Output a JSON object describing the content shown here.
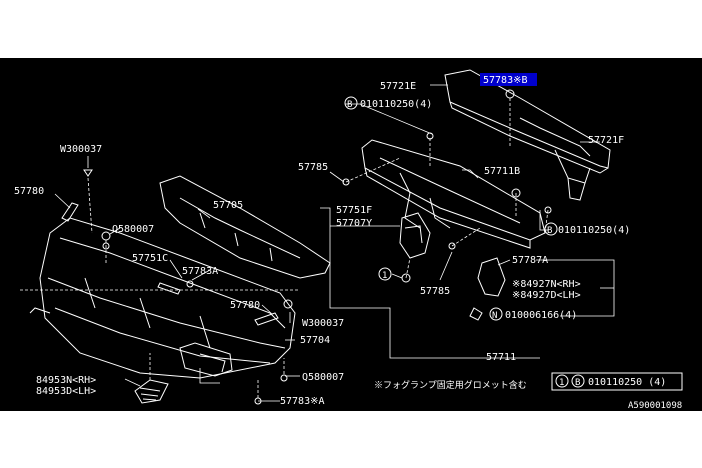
{
  "labels": {
    "p57721E": "57721E",
    "p57783B": "57783※B",
    "b010110250_top": "010110250(4)",
    "p57721F": "57721F",
    "p57785_top": "57785",
    "p57711B": "57711B",
    "W300037_top": "W300037",
    "p57780_left": "57780",
    "p57705": "57705",
    "Q580007_top": "Q580007",
    "p57751F": "57751F",
    "p57707Y": "57707Y",
    "b010110250_right": "010110250(4)",
    "p57751C": "57751C",
    "p57783A": "57783A",
    "p57787A": "57787A",
    "p84927N": "※84927N<RH>",
    "p84927D": "※84927D<LH>",
    "p57785_mid": "57785",
    "p57780_mid": "57780",
    "n010006166": "010006166(4)",
    "W300037_mid": "W300037",
    "p57704": "57704",
    "p57711": "57711",
    "p84953N": "84953N<RH>",
    "p84953D": "84953D<LH>",
    "Q580007_bot": "Q580007",
    "p57783xA": "57783※A",
    "note_jp": "※フォグランプ固定用グロメット含む",
    "legend_num": "1",
    "legend_b": "B",
    "legend_code": "010110250 (4)",
    "circle_b": "B",
    "circle_n": "N",
    "circle_1": "1",
    "diagram_code": "A590001098"
  }
}
